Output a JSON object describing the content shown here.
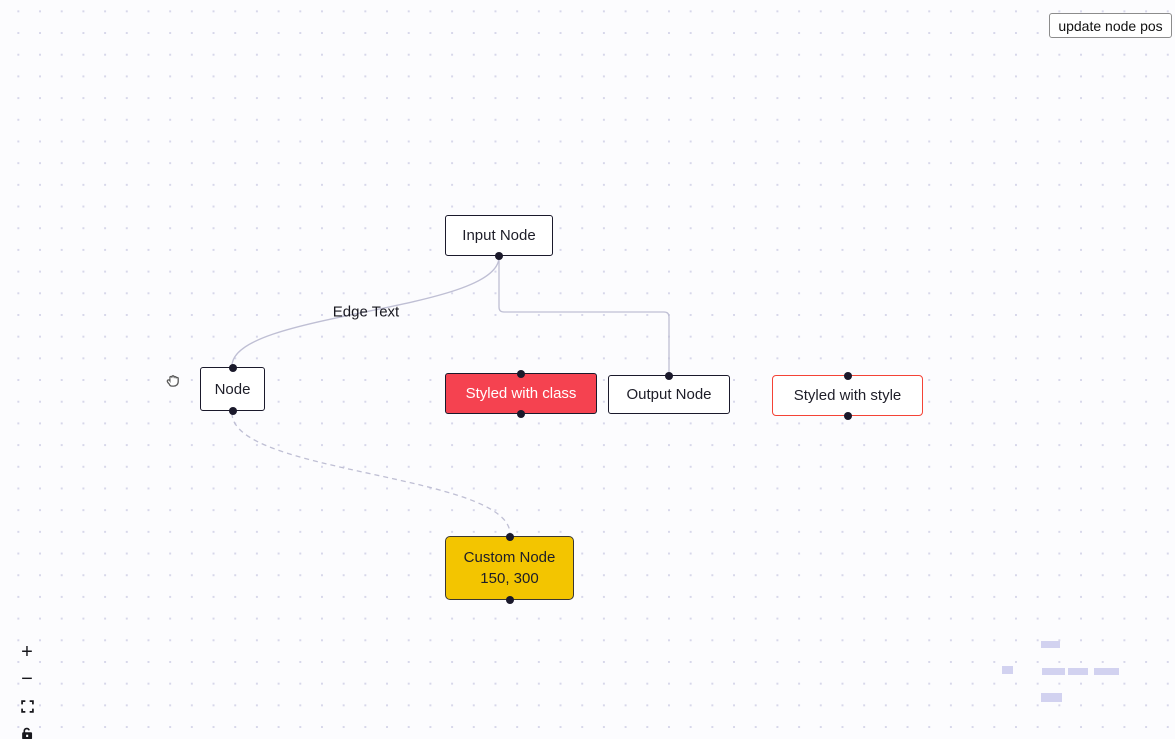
{
  "toolbar": {
    "update_button_label": "update node pos"
  },
  "nodes": {
    "input": {
      "label": "Input Node"
    },
    "default": {
      "label": "Node"
    },
    "styled_class": {
      "label": "Styled with class"
    },
    "output": {
      "label": "Output Node"
    },
    "styled_style": {
      "label": "Styled with style"
    },
    "custom": {
      "line1": "Custom Node",
      "line2": "150, 300"
    }
  },
  "edges": {
    "edge_text_label": "Edge Text"
  },
  "controls": {
    "zoom_in_glyph": "+",
    "zoom_out_glyph": "−"
  },
  "colors": {
    "node_border": "#1a192b",
    "styled_class_background": "#f54250",
    "styled_style_border": "#f44336",
    "custom_node_background": "#f3c500",
    "edge_stroke": "#bfbfd4",
    "minimap_node": "#d2d2f0",
    "background_dot": "#d7d7ea"
  }
}
